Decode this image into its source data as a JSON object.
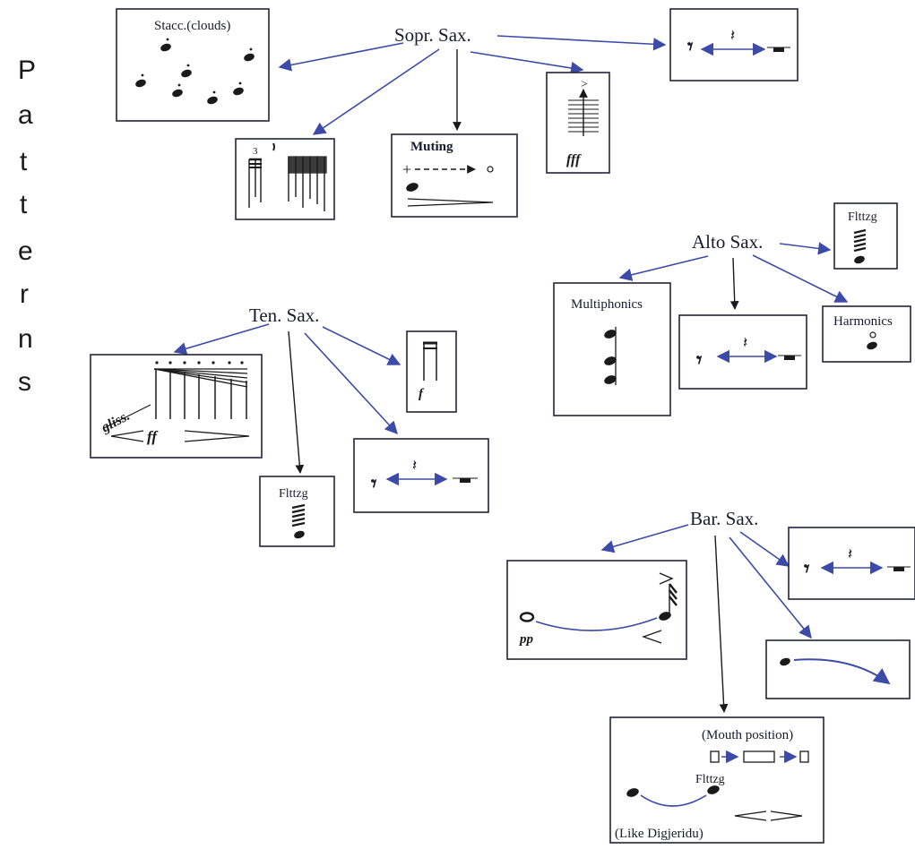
{
  "side_title_letters": [
    "P",
    "a",
    "t",
    "t",
    "e",
    "r",
    "n",
    "s"
  ],
  "groups": {
    "soprano": {
      "label": "Sopr. Sax.",
      "stacc_label": "Stacc.(clouds)",
      "muting_label": "Muting",
      "dyn_fff": "fff",
      "tuplet": "3"
    },
    "alto": {
      "label": "Alto Sax.",
      "flttzg_label": "Flttzg",
      "multiphonics_label": "Multiphonics",
      "harmonics_label": "Harmonics"
    },
    "tenor": {
      "label": "Ten. Sax.",
      "gliss_label": "gliss.",
      "dyn_ff": "ff",
      "dyn_f": "f",
      "flttzg_label": "Flttzg"
    },
    "baritone": {
      "label": "Bar. Sax.",
      "dyn_pp": "pp",
      "mouth_label": "(Mouth position)",
      "flttzg_label": "Flttzg",
      "digjeridu_label": "(Like Digjeridu)"
    }
  },
  "colors": {
    "ink": "#1a1a1a",
    "arrow": "#3c4aa8",
    "box": "#23233a"
  }
}
